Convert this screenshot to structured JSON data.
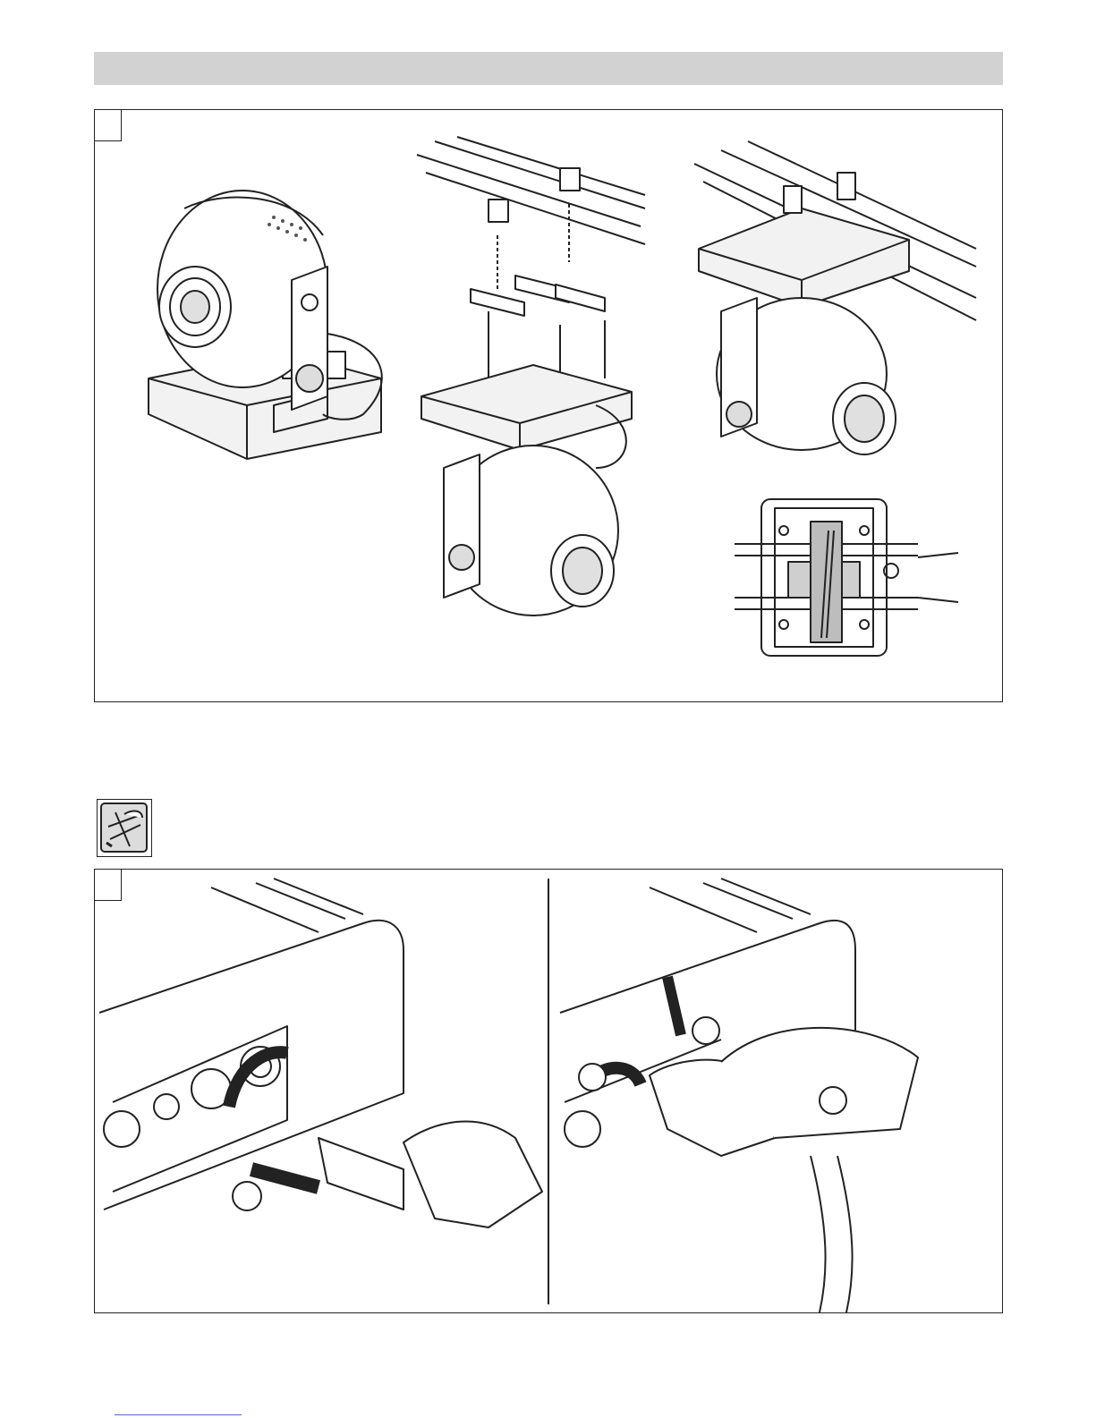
{
  "page": {
    "header_bar_color": "#d2d2d2",
    "line_color": "#222222",
    "footer_link_color": "#4a6bd0"
  },
  "figure1": {
    "icons": [
      "moving-head-base-mounted",
      "ceiling-bracket-exploded",
      "truss-mounted-fixture",
      "truss-mounted-top-view"
    ]
  },
  "caution": {
    "icon": "caution-hand-tool-icon"
  },
  "figure2": {
    "icons": [
      "connector-insert",
      "connector-release"
    ]
  }
}
